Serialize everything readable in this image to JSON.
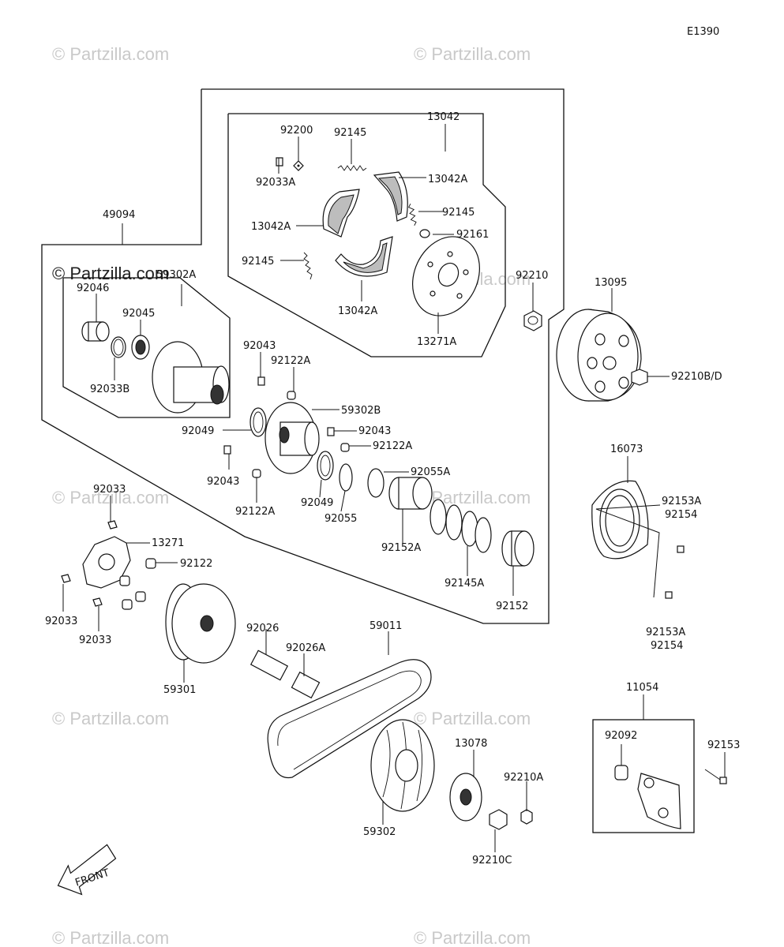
{
  "diagram_code": "E1390",
  "watermarks": {
    "text": "© Partzilla.com",
    "dark_text": "© Partzilla.com"
  },
  "front_label": "FRONT",
  "labels": {
    "p13042": "13042",
    "p92200": "92200",
    "p92145_a": "92145",
    "p13042A_a": "13042A",
    "p92033A": "92033A",
    "p92145_b": "92145",
    "p13042A_b": "13042A",
    "p92161": "92161",
    "p92145_c": "92145",
    "p13042A_c": "13042A",
    "p13271A": "13271A",
    "p49094": "49094",
    "p59302A": "59302A",
    "p92046": "92046",
    "p92045": "92045",
    "p92033B": "92033B",
    "p92210": "92210",
    "p13095": "13095",
    "p92210BD": "92210B/D",
    "p92043_a": "92043",
    "p92122A_a": "92122A",
    "p59302B": "59302B",
    "p92049_a": "92049",
    "p92043_b": "92043",
    "p92122A_b": "92122A",
    "p92043_c": "92043",
    "p92055A": "92055A",
    "p92122A_c": "92122A",
    "p92049_b": "92049",
    "p92055": "92055",
    "p92152A": "92152A",
    "p92145A": "92145A",
    "p92152": "92152",
    "p16073": "16073",
    "p92153A_a": "92153A",
    "p92154_a": "92154",
    "p92153A_b": "92153A",
    "p92154_b": "92154",
    "p92033_a": "92033",
    "p13271": "13271",
    "p92122": "92122",
    "p92033_b": "92033",
    "p92033_c": "92033",
    "p59301": "59301",
    "p92026": "92026",
    "p92026A": "92026A",
    "p59011": "59011",
    "p13078": "13078",
    "p92210A": "92210A",
    "p59302": "59302",
    "p92210C": "92210C",
    "p11054": "11054",
    "p92092": "92092",
    "p92153": "92153"
  }
}
